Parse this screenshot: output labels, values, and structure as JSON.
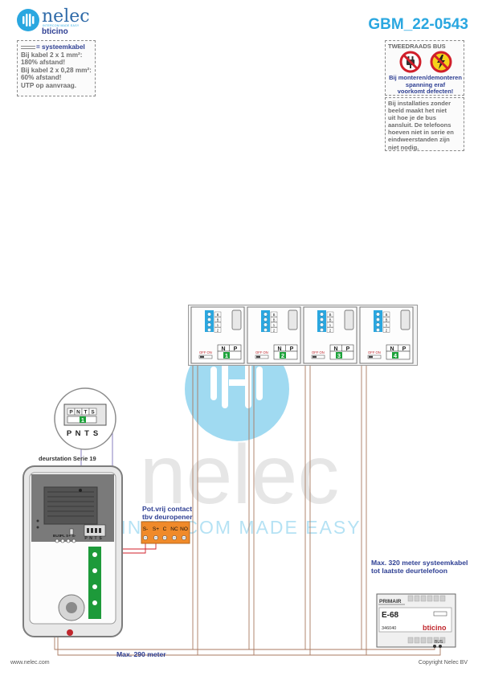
{
  "brand": {
    "name": "nelec",
    "tagline": "INTERCOM MADE EASY",
    "partner": "bticino",
    "color": "#2aa7e0"
  },
  "document": {
    "code": "GBM_22-0543"
  },
  "cable_note": {
    "title": "= systeemkabel",
    "lines": [
      "Bij kabel 2 x 1 mm²:",
      "180% afstand!",
      "Bij kabel 2 x 0,28 mm²:",
      "60% afstand!",
      "UTP op aanvraag."
    ]
  },
  "warning": {
    "title": "TWEEDRAADS BUS",
    "text": [
      "Bij monteren/demonteren",
      "spanning eraf",
      "voorkomt defecten!"
    ],
    "icons": [
      "no-plug-icon",
      "no-power-icon"
    ],
    "color": "#d01f2a"
  },
  "install_note": {
    "text": [
      "Bij installaties zonder",
      "beeld maakt het niet",
      "uit hoe je de bus",
      "aansluit. De telefoons",
      "hoeven niet in serie en",
      "eindweerstanden zijn",
      "niet nodig."
    ]
  },
  "handsets": [
    {
      "number": "1",
      "terminals": [
        "B",
        "B",
        "1",
        "2"
      ],
      "header": [
        "N",
        "P"
      ],
      "switch": "OFF ON"
    },
    {
      "number": "2",
      "terminals": [
        "B",
        "B",
        "1",
        "2"
      ],
      "header": [
        "N",
        "P"
      ],
      "switch": "OFF ON"
    },
    {
      "number": "3",
      "terminals": [
        "B",
        "B",
        "1",
        "2"
      ],
      "header": [
        "N",
        "P"
      ],
      "switch": "OFF ON"
    },
    {
      "number": "4",
      "terminals": [
        "B",
        "B",
        "1",
        "2"
      ],
      "header": [
        "N",
        "P"
      ],
      "switch": "OFF ON"
    }
  ],
  "door_station": {
    "label": "deurstation Serie 19",
    "zoom_header": [
      "P",
      "N",
      "T",
      "S"
    ],
    "zoom_value": "1",
    "zoom_footer": [
      "P",
      "N",
      "T",
      "S"
    ],
    "bottom_terminals": [
      "BUS",
      "PL",
      "S+",
      "S-"
    ],
    "module_terminals": [
      "P",
      "N",
      "T",
      "S"
    ]
  },
  "relay": {
    "label": [
      "Pot.vrij contact",
      "tbv deuropener"
    ],
    "terminals": [
      "S-",
      "S+",
      "C",
      "NC",
      "NO"
    ],
    "color": "#f08a2a"
  },
  "power_supply": {
    "header": "PRIMAIR",
    "model": "E-68",
    "code": "346040",
    "brand": "bticino",
    "terminal": "BUS"
  },
  "distances": {
    "door_station": "Max. 290 meter",
    "last_phone": [
      "Max. 320 meter systeemkabel",
      "tot laatste deurtelefoon"
    ]
  },
  "footer": {
    "left": "www.nelec.com",
    "right": "Copyright Nelec BV"
  }
}
